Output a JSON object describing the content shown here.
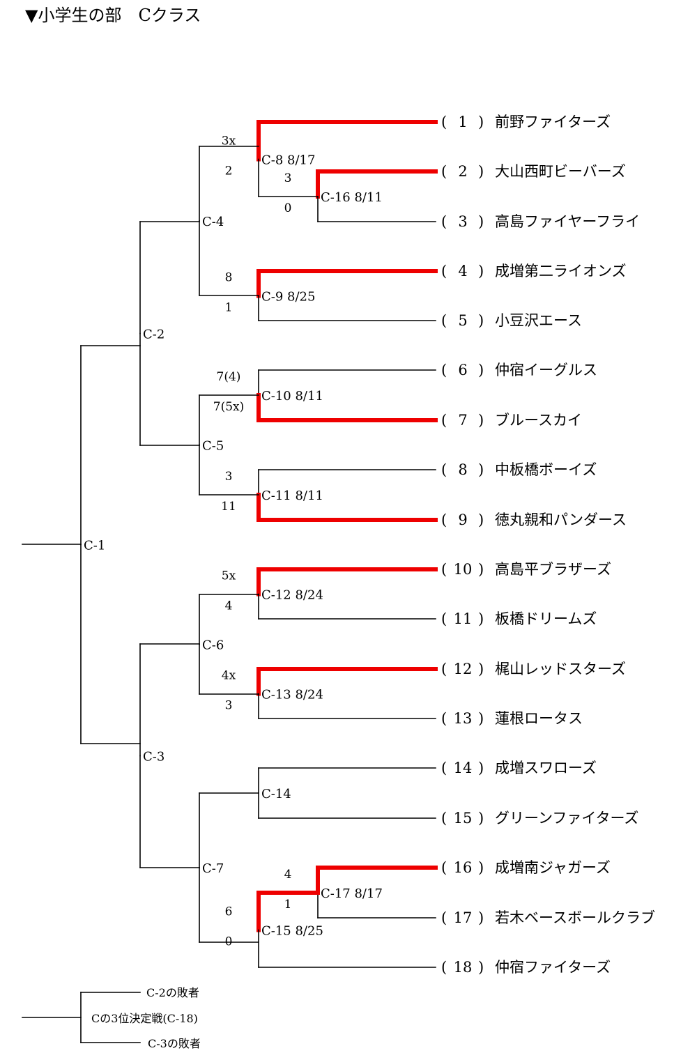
{
  "title": "▼小学生の部　Cクラス",
  "colors": {
    "line": "#000000",
    "winner": "#ee0000",
    "background": "#ffffff"
  },
  "teams": [
    {
      "no": "1",
      "name": "前野ファイターズ"
    },
    {
      "no": "2",
      "name": "大山西町ビーバーズ"
    },
    {
      "no": "3",
      "name": "高島ファイヤーフライ"
    },
    {
      "no": "4",
      "name": "成増第二ライオンズ"
    },
    {
      "no": "5",
      "name": "小豆沢エース"
    },
    {
      "no": "6",
      "name": "仲宿イーグルス"
    },
    {
      "no": "7",
      "name": "ブルースカイ"
    },
    {
      "no": "8",
      "name": "中板橋ボーイズ"
    },
    {
      "no": "9",
      "name": "徳丸親和パンダース"
    },
    {
      "no": "10",
      "name": "高島平ブラザーズ"
    },
    {
      "no": "11",
      "name": "板橋ドリームズ"
    },
    {
      "no": "12",
      "name": "梶山レッドスターズ"
    },
    {
      "no": "13",
      "name": "蓮根ロータス"
    },
    {
      "no": "14",
      "name": "成増スワローズ"
    },
    {
      "no": "15",
      "name": "グリーンファイターズ"
    },
    {
      "no": "16",
      "name": "成増南ジャガーズ"
    },
    {
      "no": "17",
      "name": "若木ベースボールクラブ"
    },
    {
      "no": "18",
      "name": "仲宿ファイターズ"
    }
  ],
  "matches": [
    {
      "id": "C-16",
      "date": "8/11",
      "top_score": "3",
      "bottom_score": "0",
      "winner": "top"
    },
    {
      "id": "C-17",
      "date": "8/17",
      "top_score": "4",
      "bottom_score": "1",
      "winner": "top"
    },
    {
      "id": "C-8",
      "date": "8/17",
      "top_score": "3x",
      "bottom_score": "2",
      "winner": "top"
    },
    {
      "id": "C-9",
      "date": "8/25",
      "top_score": "8",
      "bottom_score": "1",
      "winner": "top"
    },
    {
      "id": "C-10",
      "date": "8/11",
      "top_score": "7(4)",
      "bottom_score": "7(5x)",
      "winner": "bottom"
    },
    {
      "id": "C-11",
      "date": "8/11",
      "top_score": "3",
      "bottom_score": "11",
      "winner": "bottom"
    },
    {
      "id": "C-12",
      "date": "8/24",
      "top_score": "5x",
      "bottom_score": "4",
      "winner": "top"
    },
    {
      "id": "C-13",
      "date": "8/24",
      "top_score": "4x",
      "bottom_score": "3",
      "winner": "top"
    },
    {
      "id": "C-14",
      "date": "",
      "top_score": "",
      "bottom_score": "",
      "winner": ""
    },
    {
      "id": "C-15",
      "date": "8/25",
      "top_score": "6",
      "bottom_score": "0",
      "winner": "top"
    },
    {
      "id": "C-4",
      "date": "",
      "top_score": "",
      "bottom_score": "",
      "winner": ""
    },
    {
      "id": "C-5",
      "date": "",
      "top_score": "",
      "bottom_score": "",
      "winner": ""
    },
    {
      "id": "C-6",
      "date": "",
      "top_score": "",
      "bottom_score": "",
      "winner": ""
    },
    {
      "id": "C-7",
      "date": "",
      "top_score": "",
      "bottom_score": "",
      "winner": ""
    },
    {
      "id": "C-2",
      "date": "",
      "top_score": "",
      "bottom_score": "",
      "winner": ""
    },
    {
      "id": "C-3",
      "date": "",
      "top_score": "",
      "bottom_score": "",
      "winner": ""
    },
    {
      "id": "C-1",
      "date": "",
      "top_score": "",
      "bottom_score": "",
      "winner": ""
    }
  ],
  "third_place": {
    "top_label": "C-2の敗者",
    "match_label": "Cの3位決定戦(C-18)",
    "bottom_label": "C-3の敗者"
  }
}
